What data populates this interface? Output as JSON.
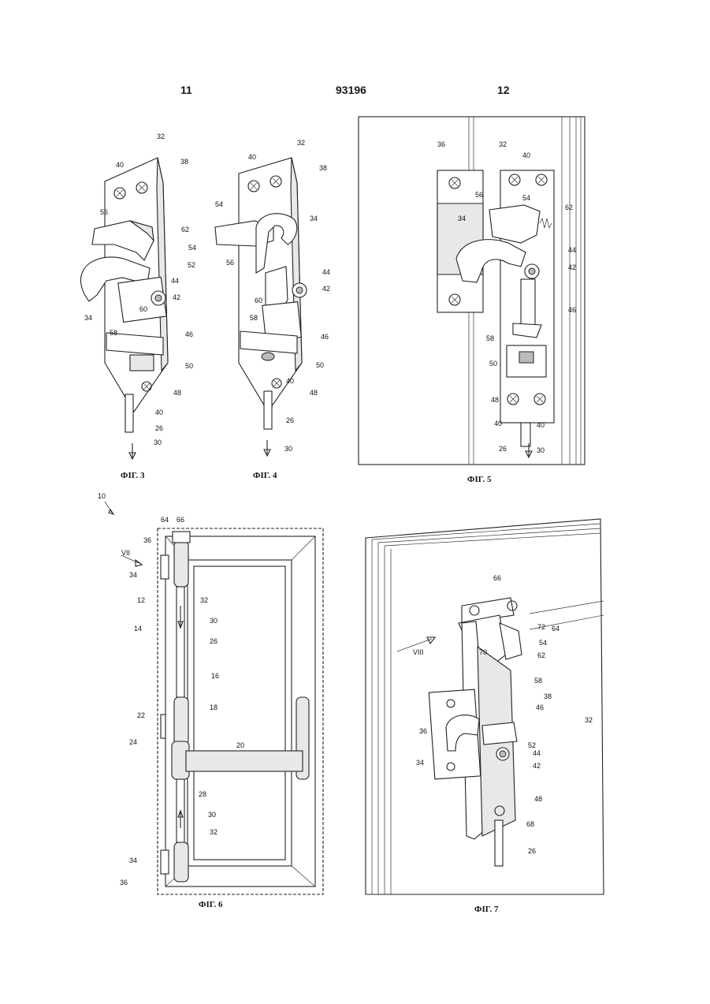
{
  "header": {
    "left_page": "11",
    "patent_number": "93196",
    "right_page": "12"
  },
  "captions": {
    "fig3": "ФІГ. 3",
    "fig4": "ФІГ. 4",
    "fig5": "ФІГ. 5",
    "fig6": "ФІГ. 6",
    "fig7": "ФІГ. 7"
  },
  "labels": {
    "fig3": [
      "32",
      "40",
      "38",
      "56",
      "62",
      "54",
      "52",
      "44",
      "42",
      "34",
      "60",
      "58",
      "46",
      "50",
      "48",
      "40",
      "26",
      "30"
    ],
    "fig4": [
      "40",
      "32",
      "38",
      "54",
      "34",
      "56",
      "44",
      "42",
      "60",
      "58",
      "46",
      "50",
      "48",
      "40",
      "26",
      "30"
    ],
    "fig5": [
      "36",
      "32",
      "40",
      "56",
      "54",
      "62",
      "34",
      "44",
      "42",
      "46",
      "58",
      "50",
      "48",
      "40",
      "40",
      "26",
      "30"
    ],
    "fig6": [
      "10",
      "64",
      "66",
      "VII",
      "36",
      "34",
      "32",
      "12",
      "30",
      "14",
      "26",
      "16",
      "18",
      "22",
      "24",
      "20",
      "28",
      "30",
      "32",
      "34",
      "36"
    ],
    "fig7": [
      "66",
      "72",
      "64",
      "VIII",
      "70",
      "54",
      "62",
      "58",
      "38",
      "46",
      "32",
      "36",
      "52",
      "34",
      "44",
      "42",
      "48",
      "68",
      "26"
    ]
  }
}
